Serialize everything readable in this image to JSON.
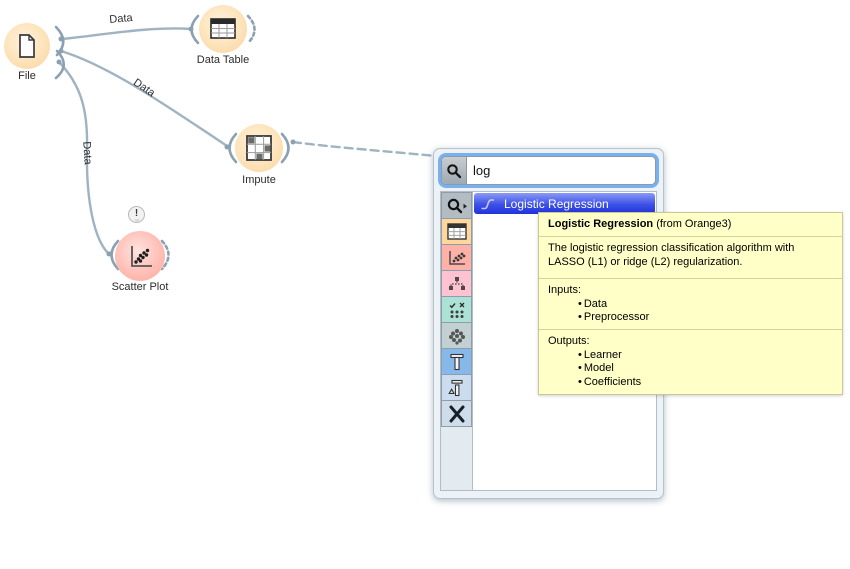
{
  "workflow": {
    "nodes": [
      {
        "id": "file",
        "label": "File",
        "category": "Data"
      },
      {
        "id": "data-table",
        "label": "Data Table",
        "category": "Data"
      },
      {
        "id": "impute",
        "label": "Impute",
        "category": "Data"
      },
      {
        "id": "scatter-plot",
        "label": "Scatter Plot",
        "category": "Visualize",
        "warning_badge": "!"
      }
    ],
    "link_labels": [
      "Data",
      "Data",
      "Data"
    ],
    "colors": {
      "data_category_fill": "#fde3ba",
      "visualize_category_fill": "#ffbfb6",
      "link_stroke": "#9fb3c2"
    }
  },
  "quick_menu": {
    "search": {
      "value": "log",
      "icon": "magnifier"
    },
    "categories": [
      {
        "icon": "magnifier-arrow",
        "color": "#b3bcc3"
      },
      {
        "icon": "table",
        "color": "#ffd69b"
      },
      {
        "icon": "scatter",
        "color": "#ffb0a7"
      },
      {
        "icon": "tree",
        "color": "#ffc2d1"
      },
      {
        "icon": "check-cross-grid",
        "color": "#abe2d5"
      },
      {
        "icon": "dot-cluster",
        "color": "#c2d0d2"
      },
      {
        "icon": "i-beam",
        "color": "#86b9ea"
      },
      {
        "icon": "i-beam-triangle",
        "color": "#cadcee"
      },
      {
        "icon": "x-letter",
        "color": "#cfddeb"
      }
    ],
    "results": [
      {
        "label": "Logistic Regression",
        "selected": true
      }
    ],
    "selection_color": "#3c51e8"
  },
  "tooltip": {
    "title": "Logistic Regression",
    "origin_suffix": " (from Orange3)",
    "description": "The logistic regression classification algorithm with LASSO (L1) or ridge (L2) regularization.",
    "inputs_label": "Inputs:",
    "inputs": [
      "Data",
      "Preprocessor"
    ],
    "outputs_label": "Outputs:",
    "outputs": [
      "Learner",
      "Model",
      "Coefficients"
    ],
    "background_color": "#ffffc8"
  }
}
